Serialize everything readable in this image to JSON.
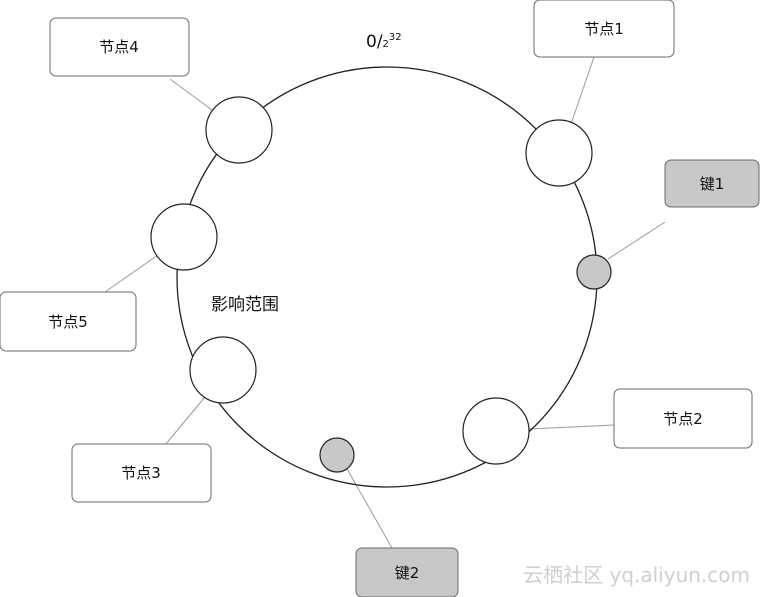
{
  "ring": {
    "label_main": "0/",
    "label_small": "2",
    "label_sup": "32"
  },
  "range_label": "影响范围",
  "nodes": [
    {
      "id": "node1",
      "label": "节点1"
    },
    {
      "id": "node2",
      "label": "节点2"
    },
    {
      "id": "node3",
      "label": "节点3"
    },
    {
      "id": "node4",
      "label": "节点4"
    },
    {
      "id": "node5",
      "label": "节点5"
    }
  ],
  "keys": [
    {
      "id": "key1",
      "label": "键1"
    },
    {
      "id": "key2",
      "label": "键2"
    }
  ],
  "watermark": "云栖社区 yq.aliyun.com",
  "colors": {
    "node_fill": "#ffffff",
    "key_fill": "#c8c8c8",
    "line": "#9a9a9a",
    "ring": "#222222"
  }
}
